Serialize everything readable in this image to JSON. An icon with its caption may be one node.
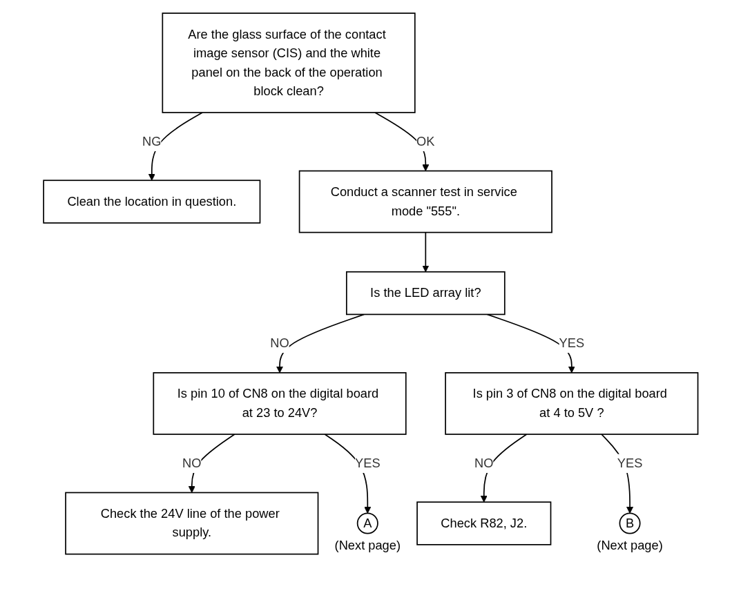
{
  "diagram": {
    "nodes": [
      {
        "text": [
          "Are the glass surface of the contact image sensor (CIS) and the white panel on the back of the operation block clean?"
        ]
      },
      {
        "text": [
          "Clean the location in question."
        ]
      },
      {
        "text": [
          "Conduct a scanner test in service mode \"555\"."
        ]
      },
      {
        "text": [
          "Is the LED array lit?"
        ]
      },
      {
        "text": [
          "Is pin 10 of CN8 on the digital board at 23 to 24V?"
        ]
      },
      {
        "text": [
          "Check the 24V line of the power supply."
        ]
      },
      {
        "text": [
          "A"
        ],
        "beside": [
          "(Next page)"
        ]
      },
      {
        "text": [
          "Is pin 3 of CN8 on the digital board at 4 to 5V ?"
        ]
      },
      {
        "text": [
          "Check R82, J2."
        ]
      },
      {
        "text": [
          "B"
        ],
        "beside": [
          "(Next page)"
        ]
      }
    ],
    "edges": [
      {
        "from": 0,
        "to": 1,
        "arrow": "to",
        "label": "NG"
      },
      {
        "from": 0,
        "to": 2,
        "arrow": "to",
        "label": "OK"
      },
      {
        "from": 2,
        "to": 3,
        "arrow": "to"
      },
      {
        "from": 3,
        "to": 4,
        "arrow": "to",
        "label": "NO"
      },
      {
        "from": 4,
        "to": 5,
        "arrow": "to",
        "label": "NO"
      },
      {
        "from": 4,
        "to": 6,
        "arrow": "to",
        "label": "YES"
      },
      {
        "from": 3,
        "to": 7,
        "arrow": "to",
        "label": "YES"
      },
      {
        "from": 7,
        "to": 8,
        "arrow": "to",
        "label": "NO"
      },
      {
        "from": 7,
        "to": 9,
        "arrow": "to",
        "label": "YES"
      }
    ]
  }
}
